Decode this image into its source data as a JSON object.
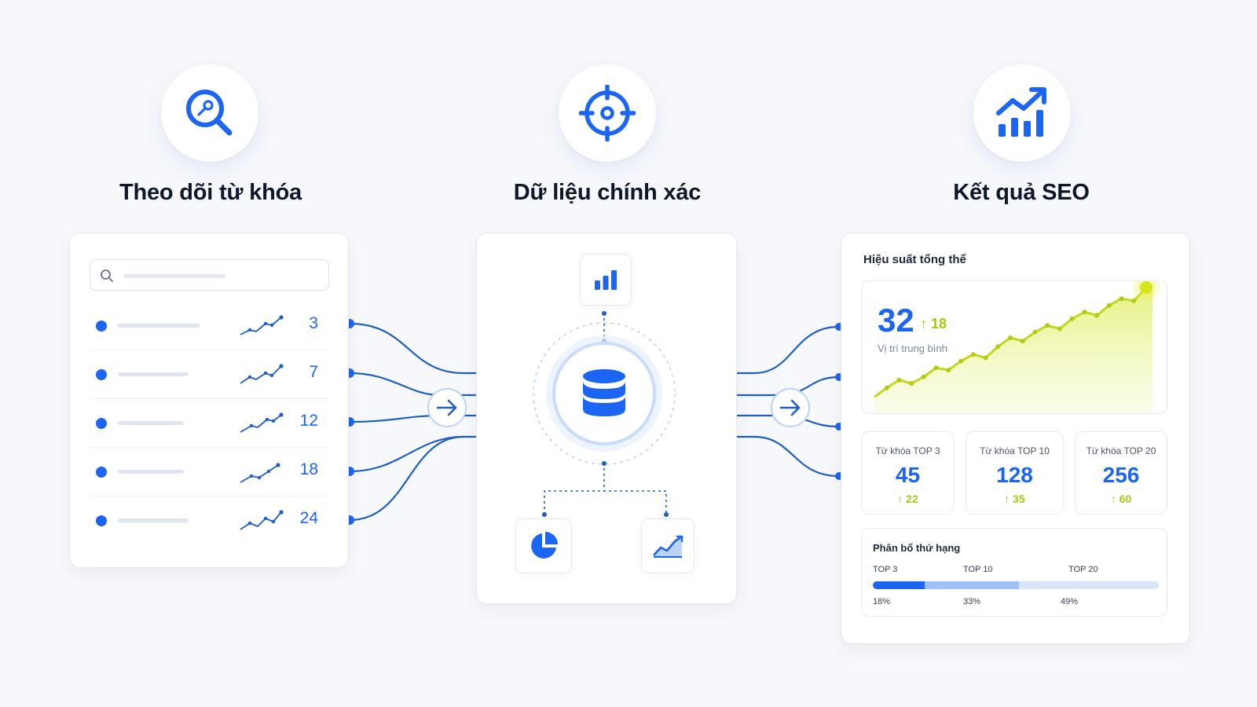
{
  "sections": {
    "keywords": {
      "title": "Theo dõi từ khóa",
      "icon": "magnifier-icon"
    },
    "data": {
      "title": "Dữ liệu chính xác",
      "icon": "crosshair-target-icon"
    },
    "results": {
      "title": "Kết quả SEO",
      "icon": "growth-chart-icon"
    }
  },
  "keywords": {
    "ranks": [
      "3",
      "7",
      "12",
      "18",
      "24"
    ]
  },
  "data_hub": {
    "top_icon": "bar-chart-icon",
    "center_icon": "database-icon",
    "bottom_icons": [
      "pie-chart-icon",
      "area-chart-icon"
    ],
    "arrow_icon": "arrow-right-icon"
  },
  "results": {
    "performance_title": "Hiệu suất tổng thể",
    "avg_position": "32",
    "avg_position_change": "↑ 18",
    "avg_position_label": "Vị trí trung bình",
    "trend": [
      0.02,
      0.1,
      0.17,
      0.14,
      0.2,
      0.28,
      0.26,
      0.34,
      0.4,
      0.37,
      0.47,
      0.55,
      0.52,
      0.6,
      0.66,
      0.63,
      0.72,
      0.78,
      0.75,
      0.84,
      0.9,
      0.88,
      1.0
    ],
    "stats": [
      {
        "title": "Từ khóa TOP 3",
        "value": "45",
        "delta": "↑ 22"
      },
      {
        "title": "Từ khóa TOP 10",
        "value": "128",
        "delta": "↑ 35"
      },
      {
        "title": "Từ khóa TOP 20",
        "value": "256",
        "delta": "↑ 60"
      }
    ],
    "distribution": {
      "title": "Phân bổ thứ hạng",
      "labels": [
        "TOP 3",
        "TOP 10",
        "TOP 20"
      ],
      "percents": [
        "18%",
        "33%",
        "49%"
      ],
      "shares": [
        0.18,
        0.33,
        0.49
      ]
    }
  },
  "colors": {
    "accent_blue": "#1c64f2",
    "lime": "#c5dd1a",
    "bar_light": "#9dc0f7",
    "bar_lighter": "#d8e6fc"
  }
}
